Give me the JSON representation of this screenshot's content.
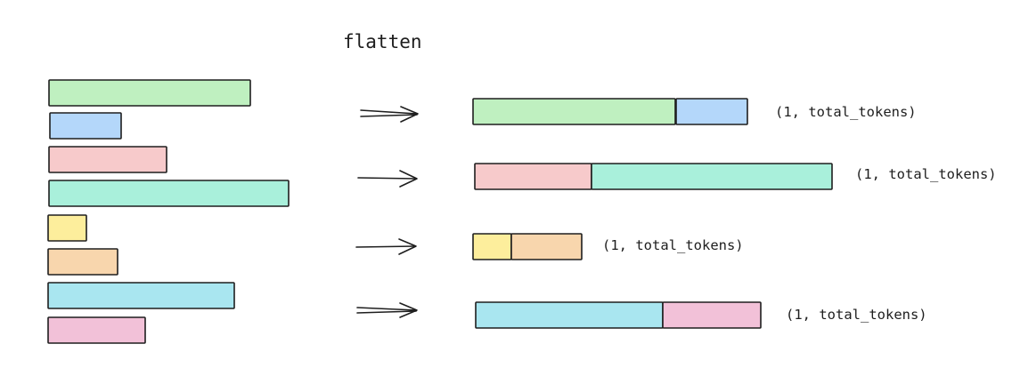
{
  "diagram": {
    "title": "flatten",
    "colors": {
      "green": "#bff0c0",
      "blue": "#b4d7fa",
      "pink": "#f7cacb",
      "teal": "#a9f0db",
      "yellow": "#fdee9c",
      "orange": "#f8d6ad",
      "cyan": "#a9e6f0",
      "magenta": "#f2c1d8",
      "stroke": "#1e1e1e"
    },
    "input_sequences": [
      {
        "color": "green"
      },
      {
        "color": "blue"
      },
      {
        "color": "pink"
      },
      {
        "color": "teal"
      },
      {
        "color": "yellow"
      },
      {
        "color": "orange"
      },
      {
        "color": "cyan"
      },
      {
        "color": "magenta"
      }
    ],
    "flattened_rows": [
      {
        "segments": [
          "green",
          "blue"
        ],
        "shape_label": "(1, total_tokens)"
      },
      {
        "segments": [
          "pink",
          "teal"
        ],
        "shape_label": "(1, total_tokens)"
      },
      {
        "segments": [
          "yellow",
          "orange"
        ],
        "shape_label": "(1, total_tokens)"
      },
      {
        "segments": [
          "cyan",
          "magenta"
        ],
        "shape_label": "(1, total_tokens)"
      }
    ]
  }
}
